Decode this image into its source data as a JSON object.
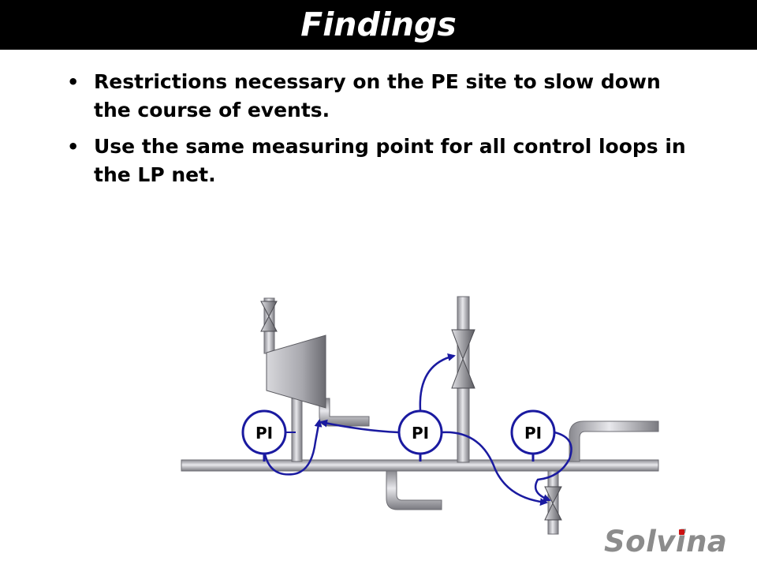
{
  "title": "Findings",
  "bullets": [
    "Restrictions necessary on the PE site to slow down the course of events.",
    "Use the same measuring point for all control loops in the LP net."
  ],
  "diagram": {
    "instruments": [
      {
        "label": "PI"
      },
      {
        "label": "PI"
      },
      {
        "label": "PI"
      }
    ],
    "colors": {
      "signal": "#1a1aa0",
      "pipe": "#b8b8bc",
      "pipe_edge": "#6e6e74"
    }
  },
  "logo": {
    "text_prefix": "Solv",
    "text_i": "i",
    "text_suffix": "na"
  }
}
